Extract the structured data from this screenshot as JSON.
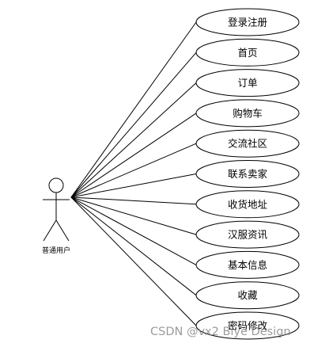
{
  "actor": {
    "label": "普通用户"
  },
  "use_cases": [
    "登录注册",
    "首页",
    "订单",
    "购物车",
    "交流社区",
    "联系卖家",
    "收货地址",
    "汉服资讯",
    "基本信息",
    "收藏",
    "密码修改"
  ],
  "watermark": {
    "text": "CSDN @vx2 Biye Design"
  }
}
